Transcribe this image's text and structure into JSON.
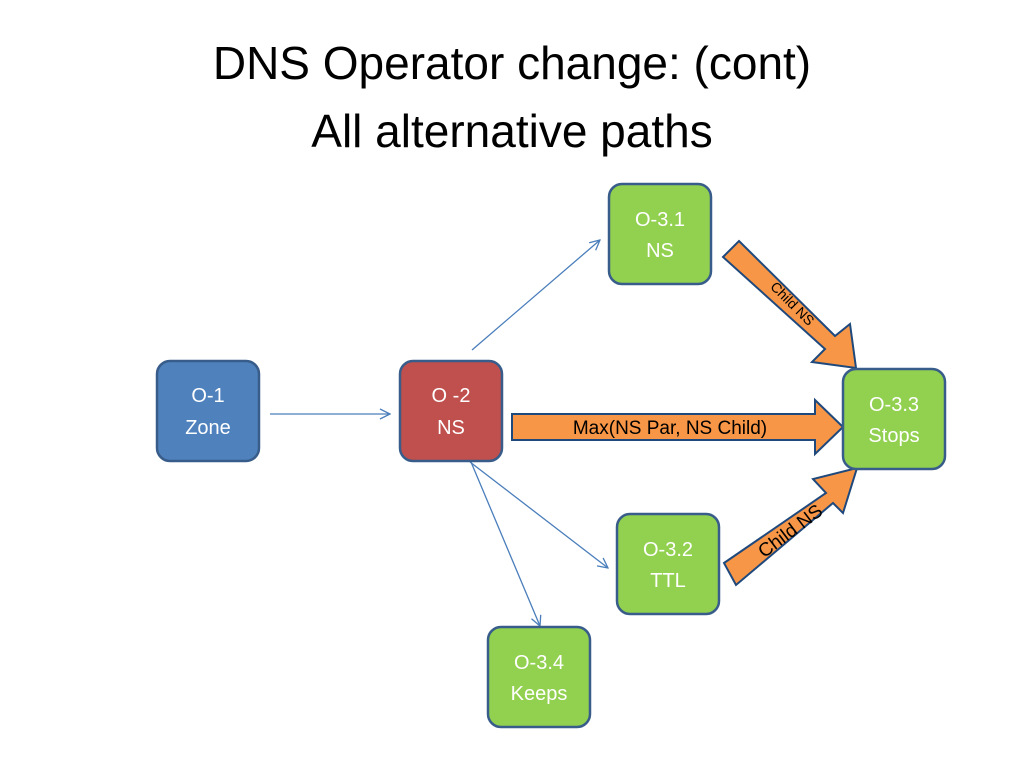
{
  "title": {
    "line1": "DNS Operator change: (cont)",
    "line2": "All alternative paths"
  },
  "colors": {
    "blue_node": "#4f81bd",
    "red_node": "#c0504d",
    "green_node": "#92d050",
    "node_border": "#385d8a",
    "block_arrow_fill": "#f79646",
    "connector": "#4a7ebb"
  },
  "nodes": {
    "o1": {
      "line1": "O-1",
      "line2": "Zone"
    },
    "o2": {
      "line1": "O -2",
      "line2": "NS"
    },
    "o31": {
      "line1": "O-3.1",
      "line2": "NS"
    },
    "o32": {
      "line1": "O-3.2",
      "line2": "TTL"
    },
    "o33": {
      "line1": "O-3.3",
      "line2": "Stops"
    },
    "o34": {
      "line1": "O-3.4",
      "line2": "Keeps"
    }
  },
  "block_arrows": {
    "max_path": "Max(NS Par, NS Child)",
    "from_o31": "Child NS",
    "from_o32": "Child NS"
  }
}
